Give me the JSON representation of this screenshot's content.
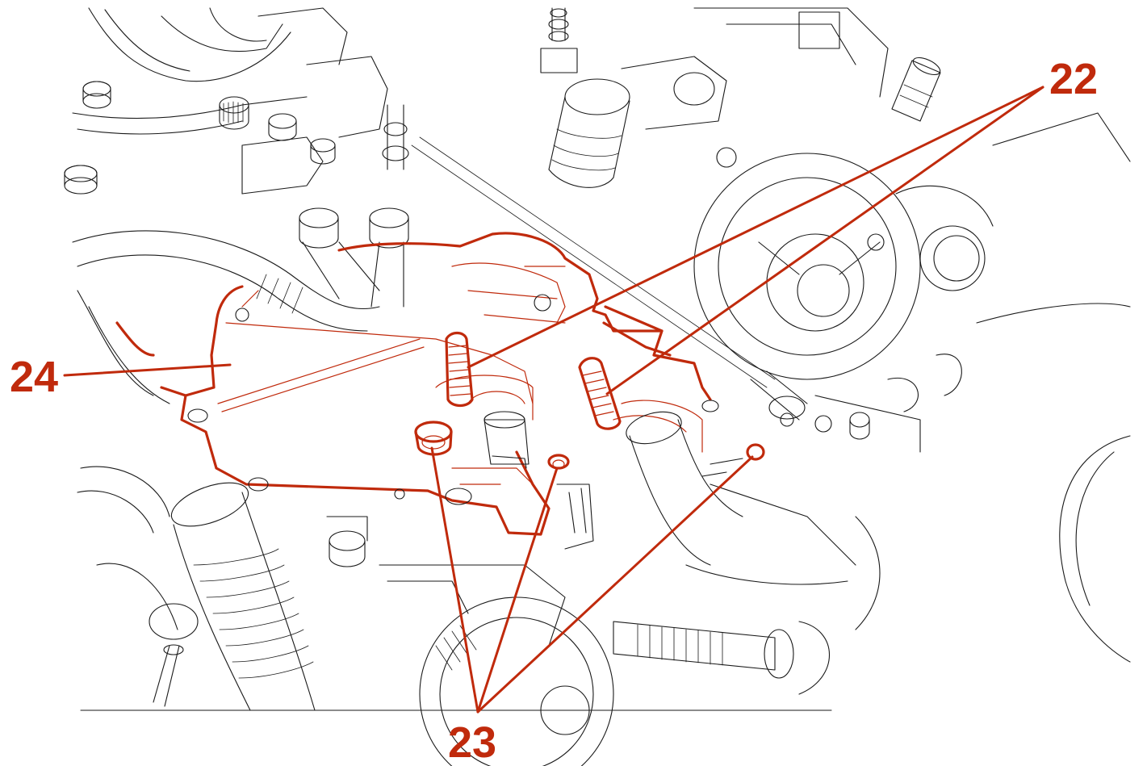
{
  "figure": {
    "highlight_color": "#c02a0c",
    "line_color": "#1a1a1a",
    "background": "#ffffff"
  },
  "callouts": [
    {
      "id": "label-22",
      "text": "22"
    },
    {
      "id": "label-23",
      "text": "23"
    },
    {
      "id": "label-24",
      "text": "24"
    }
  ]
}
